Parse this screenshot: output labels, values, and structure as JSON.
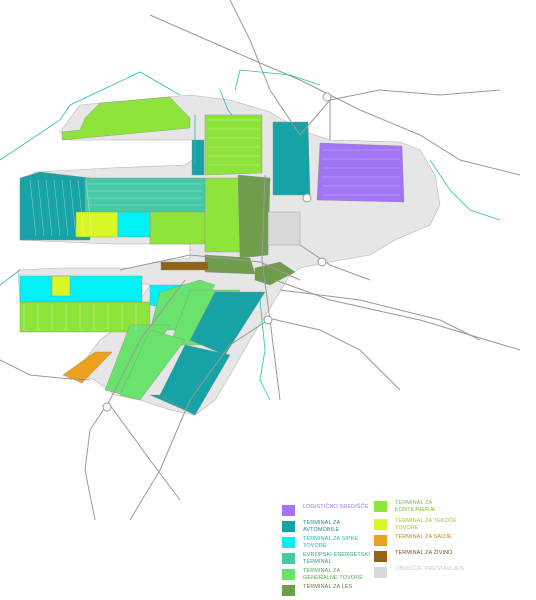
{
  "colors": {
    "logistics": "#a374f5",
    "cars": "#17a3a5",
    "bulk": "#00f2f6",
    "energy": "#47c9a6",
    "general": "#69e36c",
    "timber": "#6e9d4b",
    "containers": "#8fe43c",
    "liquid": "#d9f726",
    "fruit": "#eba21a",
    "livestock": "#926316",
    "reserve": "#d9d9d9",
    "road": "#9a9a9a",
    "coast": "#26c0b4",
    "land": "#e6e6e6"
  },
  "legend": [
    {
      "label": "LOGISTIČNO SREDIŠČE",
      "swatch": "logistics",
      "text_color": "#9b74d6"
    },
    {
      "label": "TERMINAL ZA AVTOMOBILE",
      "swatch": "cars",
      "text_color": "#1f8d8f"
    },
    {
      "label": "TERMINAL ZA SIPKE TOVORE",
      "swatch": "bulk",
      "text_color": "#12b9c4"
    },
    {
      "label": "EVROPSKI ENERGETSKI TERMINAL",
      "swatch": "energy",
      "text_color": "#2f9f84"
    },
    {
      "label": "TERMINAL ZA GENERALNE TOVORE",
      "swatch": "general",
      "text_color": "#45b247"
    },
    {
      "label": "TERMINAL ZA LES",
      "swatch": "timber",
      "text_color": "#5b7d3d"
    },
    {
      "label": "TERMINAL ZA KONTEJNERJE",
      "swatch": "containers",
      "text_color": "#79c035"
    },
    {
      "label": "TERMINAL ZA TEKOČE TOVORE",
      "swatch": "liquid",
      "text_color": "#b1c51c"
    },
    {
      "label": "TERMINAL ZA SADJE",
      "swatch": "fruit",
      "text_color": "#c48414"
    },
    {
      "label": "TERMINAL ZA ŽIVINO",
      "swatch": "livestock",
      "text_color": "#7a5312"
    },
    {
      "label": "OBMOČJE PRESTAVLJEN",
      "swatch": "reserve",
      "text_color": "#c8c8c8"
    }
  ]
}
